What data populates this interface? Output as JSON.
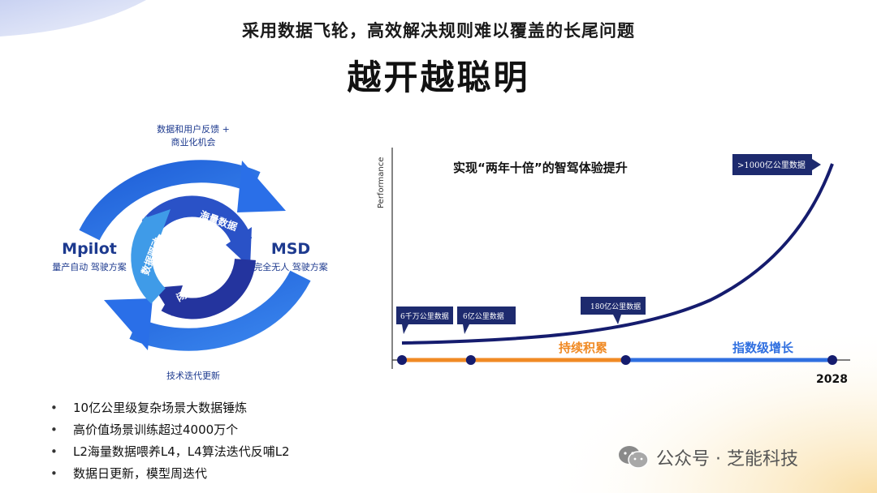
{
  "header": {
    "subtitle": "采用数据飞轮，高效解决规则难以覆盖的长尾问题",
    "title": "越开越聪明"
  },
  "cycle": {
    "top_label_line1": "数据和用户反馈 +",
    "top_label_line2": "商业化机会",
    "bottom_label": "技术迭代更新",
    "left_title": "Mpilot",
    "left_sub": "量产自动 驾驶方案",
    "right_title": "MSD",
    "right_sub": "完全无人 驾驶方案",
    "inner_top": "海量数据",
    "inner_left": "数据驱动",
    "inner_bottom": "闭环自动化",
    "colors": {
      "outer": "#2a6fe8",
      "inner_dark": "#24349e",
      "inner_light": "#3f9be8"
    }
  },
  "bullets": [
    "10亿公里级复杂场景大数据锤炼",
    "高价值场景训练超过4000万个",
    "L2海量数据喂养L4，L4算法迭代反哺L2",
    "数据日更新，模型周迭代"
  ],
  "chart_data": {
    "type": "line",
    "title": "实现“两年十倍”的智驾体验提升",
    "ylabel": "Performance",
    "x_end_label": "2028",
    "phase_labels": [
      "持续积累",
      "指数级增长"
    ],
    "callouts": [
      "6千万公里数据",
      "6亿公里数据",
      "180亿公里数据",
      ">1000亿公里数据"
    ],
    "milestones": [
      0,
      0.16,
      0.52,
      1.0
    ],
    "colors": {
      "curve": "#151c6e",
      "phase1": "#f08a24",
      "phase2": "#2f6fe0",
      "callout": "#1d2a6e"
    }
  },
  "watermark": {
    "text": "公众号 · 芝能科技",
    "icon": "wechat-icon"
  }
}
